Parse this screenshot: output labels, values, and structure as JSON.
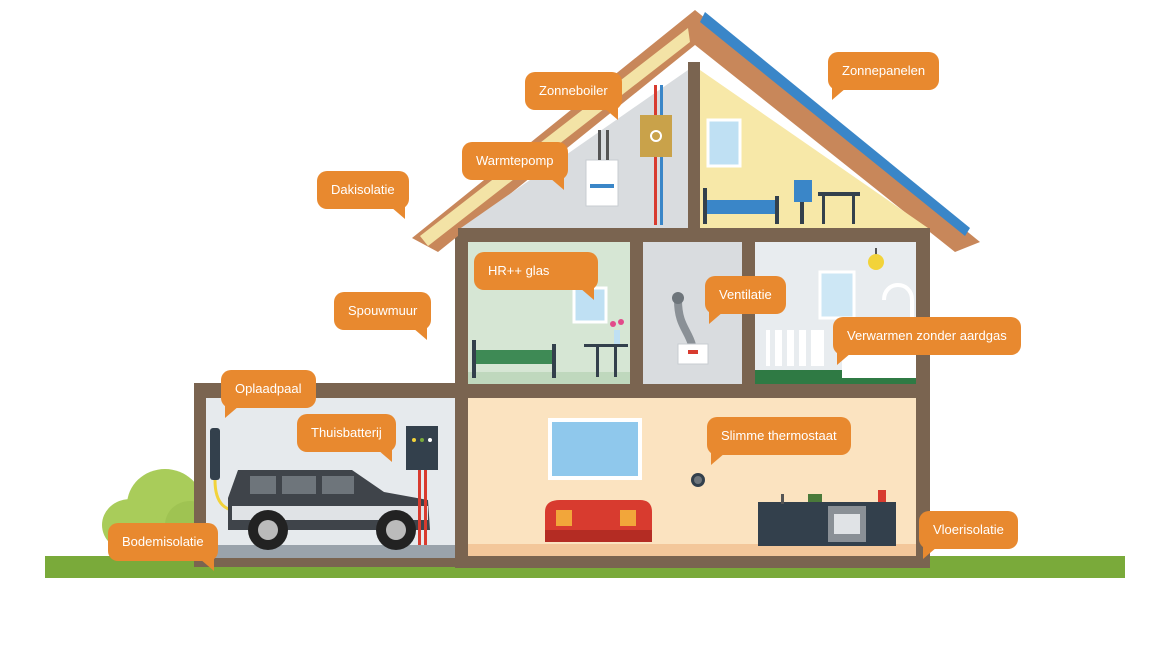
{
  "labels": {
    "zonneboiler": "Zonneboiler",
    "zonnepanelen": "Zonnepanelen",
    "warmtepomp": "Warmtepomp",
    "dakisolatie": "Dakisolatie",
    "hr_glas": "HR++ glas",
    "spouwmuur": "Spouwmuur",
    "ventilatie": "Ventilatie",
    "verwarmen": "Verwarmen zonder aardgas",
    "oplaadpaal": "Oplaadpaal",
    "thuisbatterij": "Thuisbatterij",
    "slimme_thermostaat": "Slimme thermostaat",
    "bodemisolatie": "Bodemisolatie",
    "vloerisolatie": "Vloerisolatie"
  },
  "colors": {
    "bubble": "#e8892f",
    "wall_frame": "#7a6450",
    "roof": "#c8875a",
    "roof_insulation": "#f3e3a6",
    "solar_panel": "#3a86c8",
    "grass": "#7aaa3a",
    "living_room": "#fbe3c0",
    "bedroom_attic": "#f7e8a8",
    "bedroom_green": "#d6e6d4",
    "ventilation_room": "#d9dcdf",
    "garage": "#e6eaed"
  }
}
